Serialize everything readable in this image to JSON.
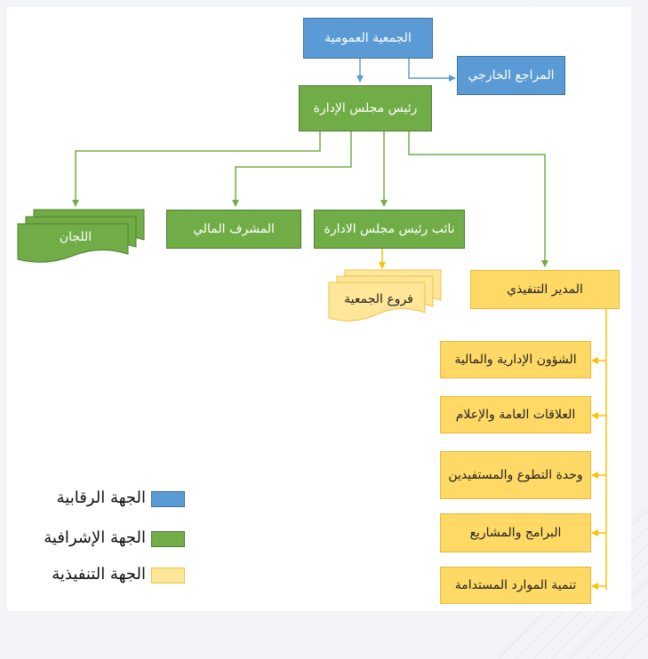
{
  "colors": {
    "oversight": "#5b9bd5",
    "supervisory": "#70ad47",
    "executive": "#ffd966",
    "yellow_connector": "#ffc000",
    "green_connector": "#70ad47",
    "blue_connector": "#5b9bd5"
  },
  "org": {
    "general_assembly": "الجمعية العمومية",
    "external_auditor": "المراجع الخارجي",
    "board_chairman": "رئيس مجلس الإدارة",
    "committees": "اللجان",
    "financial_supervisor": "المشرف المالي",
    "vice_chairman": "نائب رئيس مجلس الادارة",
    "executive_director": "المدير التنفيذي",
    "branches": "فروع الجمعية"
  },
  "departments": [
    "الشؤون الإدارية والمالية",
    "العلاقات العامة والإعلام",
    "وحدة التطوع والمستفيدين",
    "البرامج والمشاريع",
    "تنمية الموارد المستدامة"
  ],
  "legend": {
    "oversight": "الجهة الرقابية",
    "supervisory": "الجهة الإشرافية",
    "executive": "الجهة التنفيذية"
  }
}
